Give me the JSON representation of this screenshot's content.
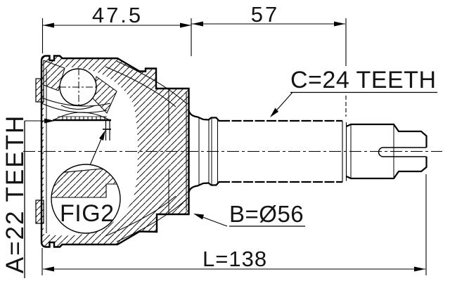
{
  "drawing": {
    "title": "CV joint technical drawing",
    "figure_ref": "FIG2",
    "dimensions": {
      "body_length": "47.5",
      "spline_length": "57",
      "overall_length": "L=138"
    },
    "annotations": {
      "outer_spline_teeth": "C=24 TEETH",
      "inner_spline_teeth": "A=22 TEETH",
      "outer_diameter": "B=Ø56"
    },
    "colors": {
      "line": "#000000",
      "background": "#ffffff"
    }
  }
}
